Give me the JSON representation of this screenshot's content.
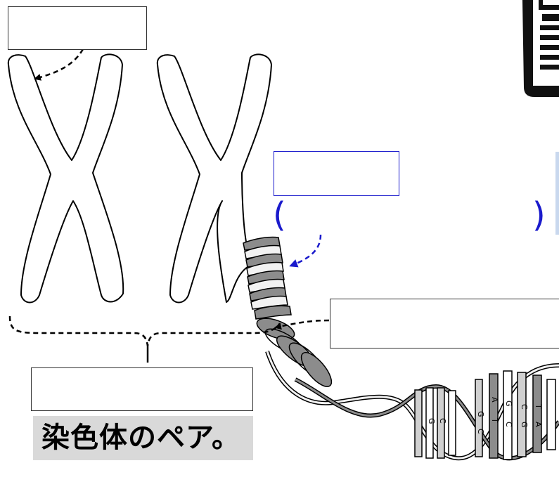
{
  "diagram": {
    "caption": "染色体のペア。",
    "bracket_open": "(",
    "bracket_close": ")",
    "dna_bases": [
      "T",
      "A",
      "C",
      "G",
      "G",
      "C",
      "A",
      "T",
      "G",
      "C",
      "C",
      "G"
    ],
    "colors": {
      "outline": "#000000",
      "label_box_blue": "#1a1acc",
      "arrow_blue": "#1a1acc",
      "caption_background": "#d9d9d9",
      "strand_gray": "#8c8c8c",
      "helix_light": "#f2f2f2",
      "base_light": "#d0d0d0"
    },
    "icons": [
      "document-icon"
    ]
  }
}
